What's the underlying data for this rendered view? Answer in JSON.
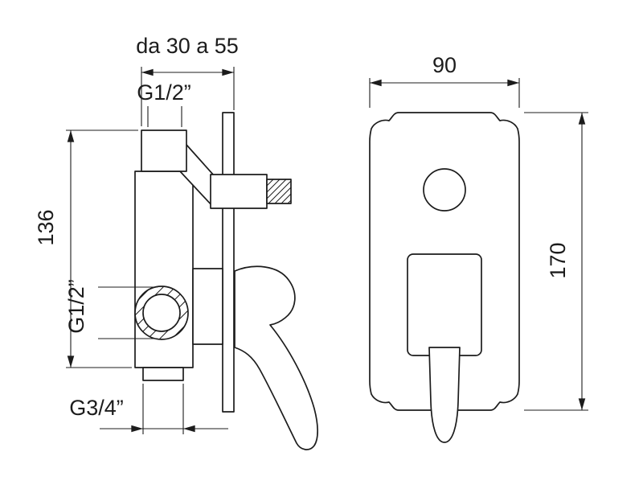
{
  "colors": {
    "line": "#1c1c1c",
    "background": "#ffffff"
  },
  "labels": {
    "depth_range": "da 30 a 55",
    "top_thread": "G1/2”",
    "body_height": "136",
    "inlet_thread": "G1/2”",
    "outlet_thread": "G3/4”",
    "plate_width": "90",
    "plate_height": "170"
  }
}
